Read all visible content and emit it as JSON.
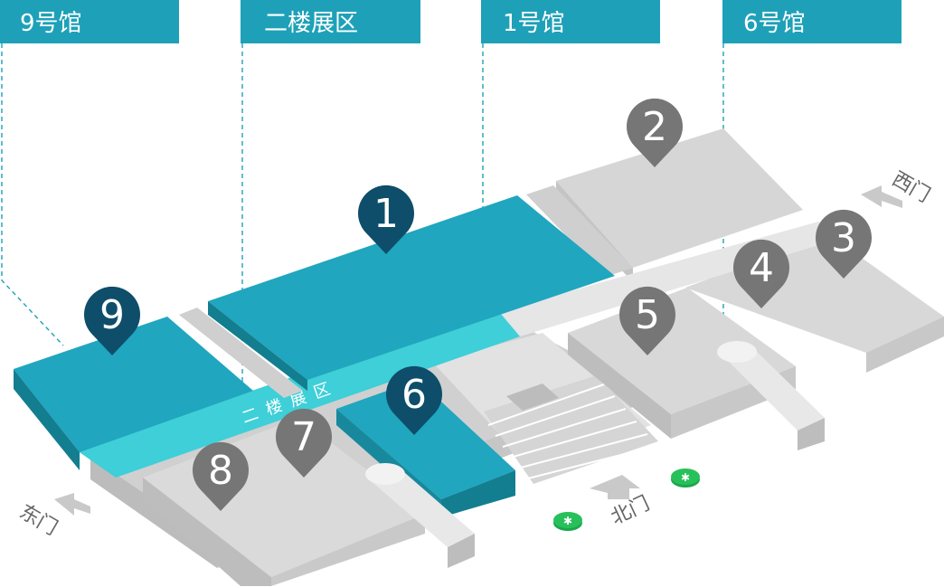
{
  "hall_tabs": [
    {
      "label": "9号馆"
    },
    {
      "label": "二楼展区"
    },
    {
      "label": "1号馆"
    },
    {
      "label": "6号馆"
    }
  ],
  "floor_label": "二楼展区",
  "markers": [
    {
      "number": "1",
      "style": "dark"
    },
    {
      "number": "2",
      "style": "gray"
    },
    {
      "number": "3",
      "style": "gray"
    },
    {
      "number": "4",
      "style": "gray"
    },
    {
      "number": "5",
      "style": "gray"
    },
    {
      "number": "6",
      "style": "dark"
    },
    {
      "number": "7",
      "style": "gray"
    },
    {
      "number": "8",
      "style": "gray"
    },
    {
      "number": "9",
      "style": "dark"
    }
  ],
  "gates": {
    "west": "西门",
    "east": "东门",
    "north": "北门"
  },
  "icons": {
    "metro": "metro-station-icon"
  },
  "colors": {
    "tab": "#1ea1b8",
    "hall_top": "#20a6be",
    "hall_side": "#137e8f",
    "floor_band": "#3ecfd8",
    "marker_dark": "#0e4e6a",
    "marker_gray": "#767676",
    "block_top": "#d6d6d6",
    "block_side": "#bfbfbf",
    "metro": "#1aa84a"
  }
}
